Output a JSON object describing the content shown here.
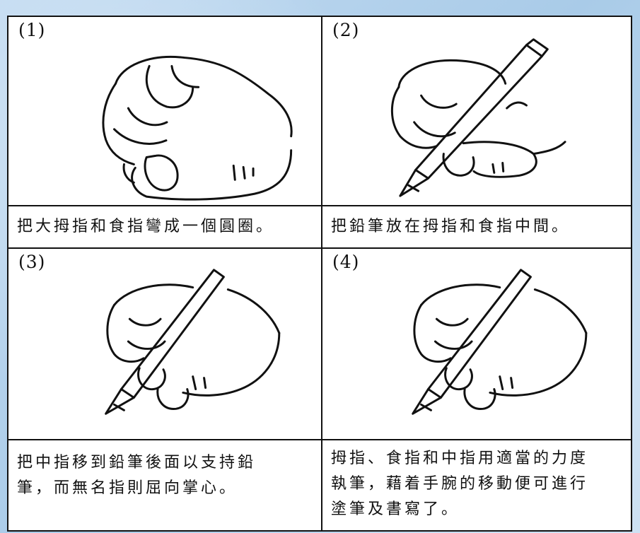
{
  "steps": [
    {
      "label": "(1)",
      "caption": "把大拇指和食指彎成一個圓圈。"
    },
    {
      "label": "(2)",
      "caption": "把鉛筆放在拇指和食指中間。"
    },
    {
      "label": "(3)",
      "caption_lines": [
        "把中指移到鉛筆後面以支持鉛",
        "筆，而無名指則屈向掌心。"
      ]
    },
    {
      "label": "(4)",
      "caption_lines": [
        "拇指、食指和中指用適當的力度",
        "執筆，藉着手腕的移動便可進行",
        "塗筆及書寫了。"
      ]
    }
  ]
}
